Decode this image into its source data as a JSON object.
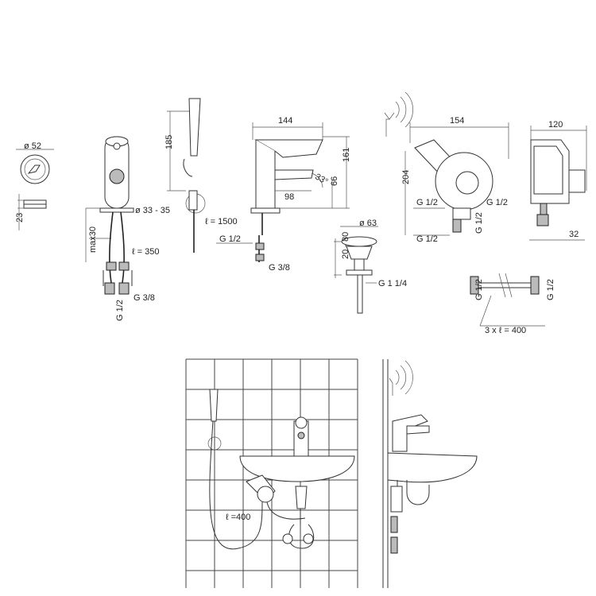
{
  "labels": {
    "diam52": "ø 52",
    "h23": "23",
    "diam33_35": "ø 33 - 35",
    "max30": "max30",
    "l350": "ℓ = 350",
    "g38_left": "G 3/8",
    "g12_left": "G 1/2",
    "h185": "185",
    "l1500": "ℓ = 1500",
    "w144": "144",
    "h161": "161",
    "a33": "33°",
    "w98": "98",
    "h66": "66",
    "g12_mid": "G 1/2",
    "g38_mid": "G 3/8",
    "diam63": "ø 63",
    "h20_80": "20 - 80",
    "g1_14": "G 1 1/4",
    "w154": "154",
    "h204": "204",
    "g12_a": "G 1/2",
    "g12_b": "G 1/2",
    "g12_c": "G 1/2",
    "g12_d": "G 1/2",
    "w120": "120",
    "w32": "32",
    "g12_hose_l": "G 1/2",
    "g12_hose_r": "G 1/2",
    "hose_len": "3 x ℓ = 400",
    "l400_install": "ℓ =400"
  }
}
